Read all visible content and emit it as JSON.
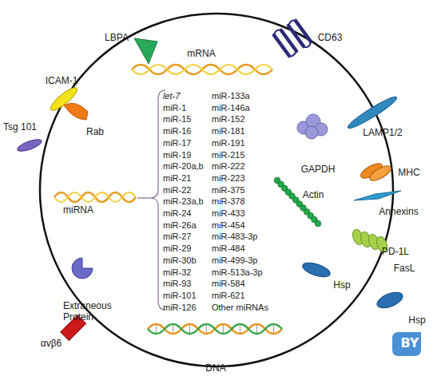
{
  "diagram": {
    "labels": [
      "LBPA",
      "CD63",
      "mRNA",
      "ICAM-1",
      "Rab",
      "Tsg 101",
      "LAMP1/2",
      "GAPDH",
      "MHC",
      "miRNA",
      "Actin",
      "Annexins",
      "PD-1L",
      "FasL",
      "Hsp",
      "Hsp",
      "Extraneous Protein",
      "αvβ6",
      "DNA",
      "let-7",
      "miR-1",
      "miR-15",
      "miR-16",
      "miR-17",
      "miR-19",
      "miR-20a,b",
      "miR-21",
      "miR-22",
      "miR-23a,b",
      "miR-24",
      "miR-26a",
      "miR-27",
      "miR-29",
      "miR-30b",
      "miR-32",
      "miR-93",
      "miR-101",
      "miR-126",
      "miR-133a",
      "miR-146a",
      "miR-152",
      "miR-181",
      "miR-191",
      "miR-215",
      "miR-222",
      "miR-223",
      "miR-375",
      "miR-378",
      "miR-433",
      "miR-454",
      "miR-483-3p",
      "miR-484",
      "miR-499-3p",
      "miR-513a-3p",
      "miR-584",
      "miR-621",
      "Other miRNAs",
      "BY"
    ]
  }
}
